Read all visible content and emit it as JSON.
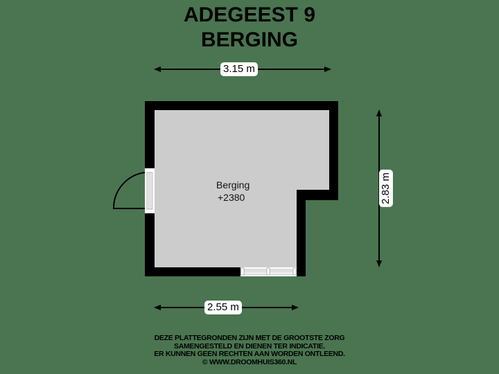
{
  "header": {
    "address": "ADEGEEST 9",
    "room_type": "BERGING"
  },
  "dimensions": {
    "top_width": "3.15 m",
    "bottom_width": "2.55 m",
    "right_height": "2.83 m"
  },
  "room": {
    "name": "Berging",
    "level": "+2380"
  },
  "disclaimer": {
    "lines": [
      "DEZE PLATTEGRONDEN ZIJN MET DE GROOTSTE ZORG",
      "SAMENGESTELD EN DIENEN TER INDICATIE.",
      "ER KUNNEN GEEN RECHTEN AAN WORDEN ONTLEEND.",
      "© WWW.DROOMHUIS360.NL"
    ]
  },
  "colors": {
    "background": "#4a7550",
    "wall": "#000000",
    "floor": "#cccccc",
    "label_bg": "#ffffff"
  }
}
